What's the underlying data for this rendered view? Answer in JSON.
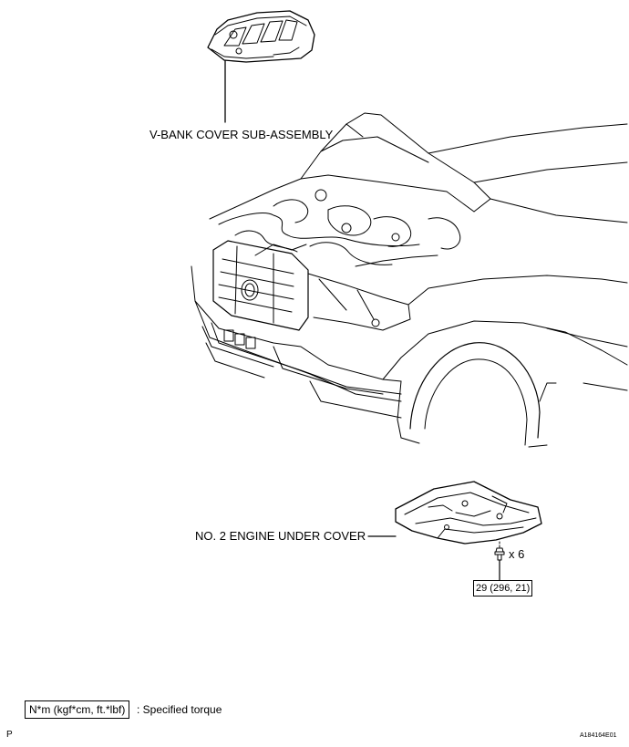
{
  "labels": {
    "vbank_cover": "V-BANK COVER SUB-ASSEMBLY",
    "under_cover": "NO. 2 ENGINE UNDER COVER",
    "bolt_count": "x 6",
    "torque_value": "29 (296, 21)",
    "legend_unit": "N*m (kgf*cm, ft.*lbf)",
    "legend_text": ": Specified torque",
    "page_mark": "P",
    "figure_code": "A184164E01"
  }
}
